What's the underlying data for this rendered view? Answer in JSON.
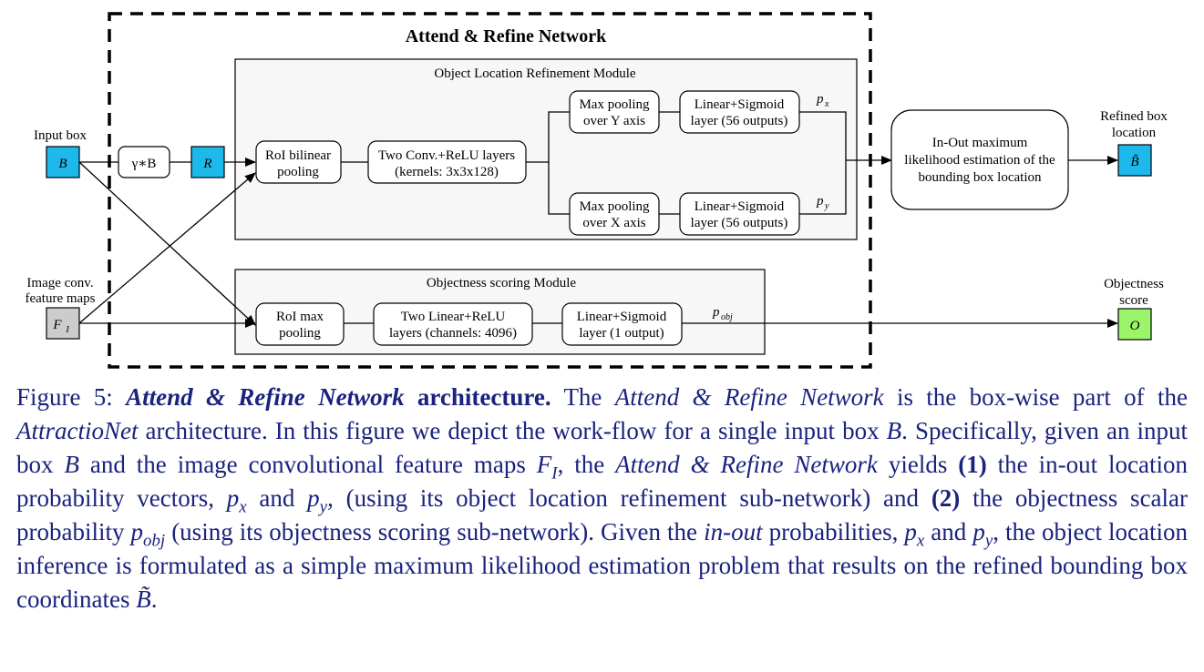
{
  "network_title": "Attend & Refine Network",
  "modules": {
    "refinement": "Object Location Refinement Module",
    "objectness": "Objectness scoring Module"
  },
  "inputs": {
    "box_label": "Input box",
    "box_symbol": "B",
    "feat_label_1": "Image conv.",
    "feat_label_2": "feature maps",
    "feat_symbol": "F",
    "feat_sub": "I"
  },
  "nodes": {
    "gamma_b": "γ∗B",
    "r": "R",
    "roi_bilinear_1": "RoI bilinear",
    "roi_bilinear_2": "pooling",
    "conv_1": "Two Conv.+ReLU layers",
    "conv_2": "(kernels: 3x3x128)",
    "maxpool_y_1": "Max pooling",
    "maxpool_y_2": "over Y axis",
    "maxpool_x_1": "Max pooling",
    "maxpool_x_2": "over X axis",
    "lin_sig_x_1": "Linear+Sigmoid",
    "lin_sig_x_2": "layer (56 outputs)",
    "lin_sig_y_1": "Linear+Sigmoid",
    "lin_sig_y_2": "layer (56 outputs)",
    "px": "p",
    "px_sub": "x",
    "py": "p",
    "py_sub": "y",
    "inout_1": "In-Out maximum",
    "inout_2": "likelihood estimation of the",
    "inout_3": "bounding box location",
    "roi_max_1": "RoI max",
    "roi_max_2": "pooling",
    "lin_relu_1": "Two Linear+ReLU",
    "lin_relu_2": "layers (channels: 4096)",
    "lin_sig_o_1": "Linear+Sigmoid",
    "lin_sig_o_2": "layer (1 output)",
    "pobj": "p",
    "pobj_sub": "obj"
  },
  "outputs": {
    "refined_label_1": "Refined box",
    "refined_label_2": "location",
    "refined_symbol": "B̃",
    "obj_label_1": "Objectness",
    "obj_label_2": "score",
    "obj_symbol": "O"
  },
  "colors": {
    "cyan": "#1db9ea",
    "green": "#9bf56a",
    "gray": "#cccccc",
    "caption_text": "#1a237e"
  },
  "caption": {
    "fig": "Figure 5: ",
    "t1": "Attend & Refine Network",
    "t2": " architecture.",
    "s1": " The ",
    "s2": "Attend & Refine Network",
    "s3": " is the box-wise part of the ",
    "s4": "AttractioNet",
    "s5": " architecture. In this figure we depict the work-flow for a single input box ",
    "s6": "B",
    "s7": ". Specifically, given an input box ",
    "s8": "B",
    "s9": " and the image convolutional feature maps ",
    "s10": "F",
    "s10sub": "I",
    "s11": ", the ",
    "s12": "Attend & Refine Network",
    "s13": " yields ",
    "s14": "(1)",
    "s15": " the in-out location probability vectors, ",
    "s16": "p",
    "s16sub": "x",
    "s17": " and ",
    "s18": "p",
    "s18sub": "y",
    "s19": ", (using its object location refinement sub-network) and ",
    "s20": "(2)",
    "s21": " the objectness scalar probability ",
    "s22": "p",
    "s22sub": "obj",
    "s23": " (using its objectness scoring sub-network). Given the ",
    "s24": "in-out",
    "s25": " probabilities, ",
    "s26": "p",
    "s26sub": "x",
    "s27": " and ",
    "s28": "p",
    "s28sub": "y",
    "s29": ", the object location inference is formulated as a simple maximum likelihood estimation problem that results on the refined bounding box coordinates ",
    "s30": "B̃",
    "s31": "."
  }
}
